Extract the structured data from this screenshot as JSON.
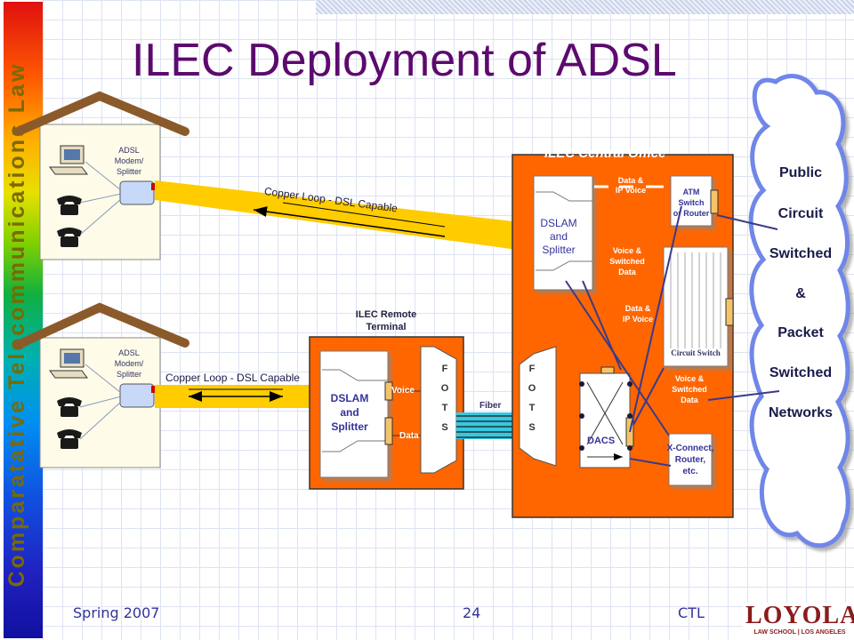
{
  "slide": {
    "title": "ILEC Deployment of ADSL",
    "side_title": "Comparatative Telecommunications Law"
  },
  "houses": [
    {
      "modem_label": [
        "ADSL",
        "Modem/",
        "Splitter"
      ],
      "loop_label": "Copper Loop - DSL Capable"
    },
    {
      "modem_label": [
        "ADSL",
        "Modem/",
        "Splitter"
      ],
      "loop_label": "Copper Loop - DSL Capable"
    }
  ],
  "remote_terminal": {
    "title": [
      "ILEC Remote",
      "Terminal"
    ],
    "dslam": [
      "DSLAM",
      "and",
      "Splitter"
    ],
    "voice": "Voice",
    "data": "Data",
    "fots": [
      "F",
      "O",
      "T",
      "S"
    ]
  },
  "fiber_label": "Fiber",
  "central_office": {
    "title": "ILEC Central Office",
    "dslam": [
      "DSLAM",
      "and",
      "Splitter"
    ],
    "data_ip_voice_top": [
      "Data &",
      "IP Voice"
    ],
    "voice_switched_data_mid": [
      "Voice &",
      "Switched",
      "Data"
    ],
    "data_ip_voice_mid": [
      "Data &",
      "IP Voice"
    ],
    "atm": [
      "ATM",
      "Switch",
      "or Router"
    ],
    "circuit_switch": "Circuit Switch",
    "voice_switched_data_right": [
      "Voice &",
      "Switched",
      "Data"
    ],
    "fots": [
      "F",
      "O",
      "T",
      "S"
    ],
    "dacs": "DACS",
    "xconnect": [
      "X-Connect,",
      "Router,",
      "etc."
    ]
  },
  "cloud": [
    "Public",
    "Circuit",
    "Switched",
    "&",
    "Packet",
    "Switched",
    "Networks"
  ],
  "footer": {
    "left": "Spring 2007",
    "center": "24",
    "right": "CTL"
  },
  "logo": {
    "name": "LOYOLA",
    "sub": "LAW SCHOOL | LOS ANGELES",
    "color": "#8a1c1c"
  },
  "colors": {
    "title": "#5c0a6e",
    "orange": "#ff6600",
    "house": "#8b5a2b",
    "loop": "#ffcc00",
    "cloud_edge": "#6f86e8"
  }
}
